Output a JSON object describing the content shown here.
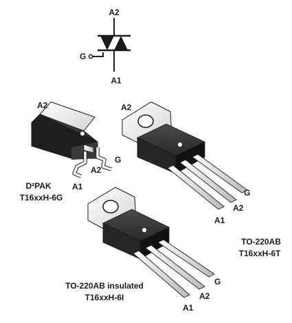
{
  "symbol": {
    "pins": {
      "a2": "A2",
      "a1": "A1",
      "g": "G"
    }
  },
  "packages": {
    "d2pak": {
      "pins": {
        "a2": "A2",
        "a1": "A1",
        "a2_lead": "A2",
        "g": "G"
      },
      "name": "D²PAK",
      "part": "T16xxH-6G"
    },
    "to220ab": {
      "pins": {
        "a2": "A2",
        "g": "G",
        "a2_lead": "A2",
        "a1": "A1"
      },
      "name": "TO-220AB",
      "part": "T16xxH-6T"
    },
    "to220ab_insulated": {
      "pins": {
        "g": "G",
        "a2_lead": "A2",
        "a1": "A1"
      },
      "name": "TO-220AB insulated",
      "part": "T16xxH-6I"
    }
  },
  "colors": {
    "ink": "#1a1a1a",
    "body_dark": "#1e1e1e",
    "body_mid": "#3a3a3a",
    "tab_light": "#f2f2f2",
    "tab_shade": "#cfcfcf",
    "lead_light": "#ffffff",
    "lead_shade": "#bdbdbd"
  }
}
